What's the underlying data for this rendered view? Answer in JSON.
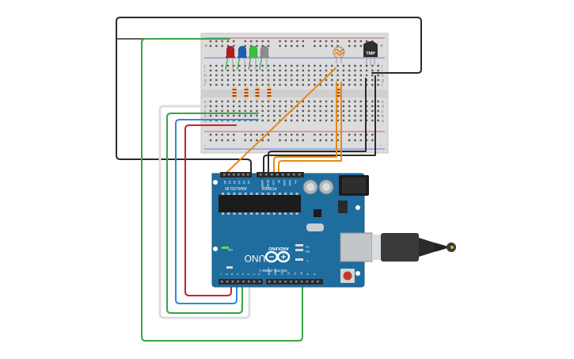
{
  "arduino": {
    "brand": "ARDUINO",
    "model": "UNO",
    "analog_header": "ANALOG IN",
    "power_header": "POWER",
    "digital_header": "DIGITAL (PWM~)",
    "analog_pins": [
      "A0",
      "A1",
      "A2",
      "A3",
      "A4",
      "A5"
    ],
    "power_pins": [
      "IOREF",
      "RESET",
      "3.3V",
      "5V",
      "GND",
      "GND",
      "Vin"
    ],
    "digital_pins": [
      "0",
      "1",
      "2",
      "3",
      "4",
      "5",
      "6",
      "7",
      "8",
      "9",
      "10",
      "11",
      "12",
      "13",
      "GND",
      "AREF"
    ],
    "tx_label": "TX",
    "rx_label": "RX",
    "l_label": "L",
    "on_label": "ON",
    "board_color": "#1f6d9e"
  },
  "breadboard": {
    "row_letters": [
      "j",
      "i",
      "h",
      "g",
      "f",
      "e",
      "d",
      "c",
      "b",
      "a"
    ],
    "rail_plus": "+",
    "rail_minus": "-"
  },
  "sensor": {
    "label": "TMP"
  },
  "components": {
    "leds": [
      {
        "color": "#b01e1e"
      },
      {
        "color": "#1f5fb0"
      },
      {
        "color": "#38c23a"
      },
      {
        "color": "#8c8c8c"
      }
    ]
  },
  "wire_colors": {
    "black": "#2b2b2b",
    "green": "#3aa346",
    "blue": "#2f8bd0",
    "red": "#c9232a",
    "orange": "#e58a19"
  }
}
